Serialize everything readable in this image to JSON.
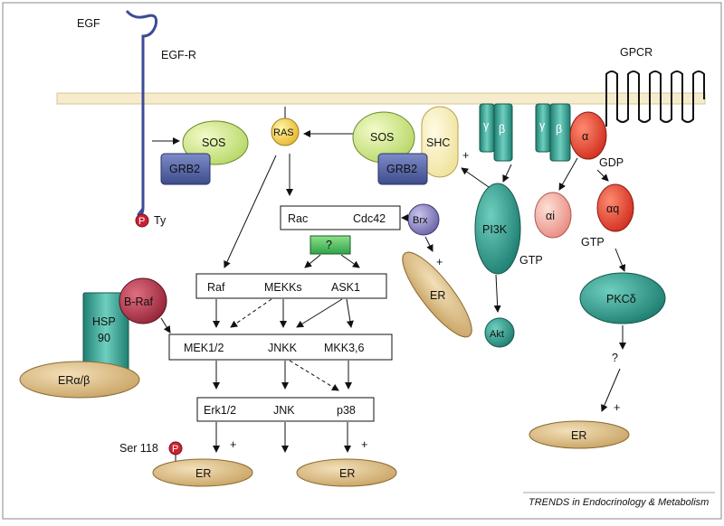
{
  "receptors": {
    "egf": "EGF",
    "egfr": "EGF-R",
    "gpcr": "GPCR",
    "phospho_ty": "Ty",
    "p": "P"
  },
  "left_complex": {
    "sos": "SOS",
    "grb2": "GRB2"
  },
  "ras": "RAS",
  "right_complex": {
    "sos": "SOS",
    "shc": "SHC",
    "grb2": "GRB2",
    "plus": "+"
  },
  "g_proteins": {
    "gamma1": "γ",
    "beta1": "β",
    "gamma2": "γ",
    "beta2": "β",
    "alpha": "α",
    "gdp": "GDP",
    "ai": "αi",
    "ai_gtp": "GTP",
    "aq": "αq",
    "aq_gtp": "GTP"
  },
  "rac_box": {
    "rac": "Rac",
    "cdc42": "Cdc42",
    "unknown": "?"
  },
  "brx": {
    "label": "Brx",
    "plus": "+",
    "er": "ER"
  },
  "pi3k": {
    "label": "PI3K",
    "akt": "Akt"
  },
  "row1": {
    "raf": "Raf",
    "mekks": "MEKKs",
    "ask1": "ASK1"
  },
  "row2": {
    "mek12": "MEK1/2",
    "jnkk": "JNKK",
    "mkk36": "MKK3,6"
  },
  "row3": {
    "erk12": "Erk1/2",
    "jnk": "JNK",
    "p38": "p38"
  },
  "hsp": {
    "hsp": "HSP",
    "ninety": "90",
    "braf": "B-Raf",
    "er_ab": "ERα/β"
  },
  "bottom": {
    "ser": "Ser 118",
    "p": "P",
    "er1": "ER",
    "er2": "ER",
    "plus1": "+",
    "plus2": "+"
  },
  "pkc": {
    "label": "PKCδ",
    "question": "?",
    "plus": "+",
    "er": "ER"
  },
  "credit": "TRENDS in Endocrinology & Metabolism",
  "colors": {
    "membrane": "#f6eccd",
    "green": "#d7ec8a",
    "blue": "#5b6aa8",
    "teal": "#2f9c8e",
    "tan": "#dcc08e",
    "yellow": "#f5d75c",
    "cream": "#fbf3c7",
    "red": "#cc3344",
    "pink": "#f3a79d",
    "lilac": "#8d89c2",
    "crimson": "#b73a4d"
  }
}
